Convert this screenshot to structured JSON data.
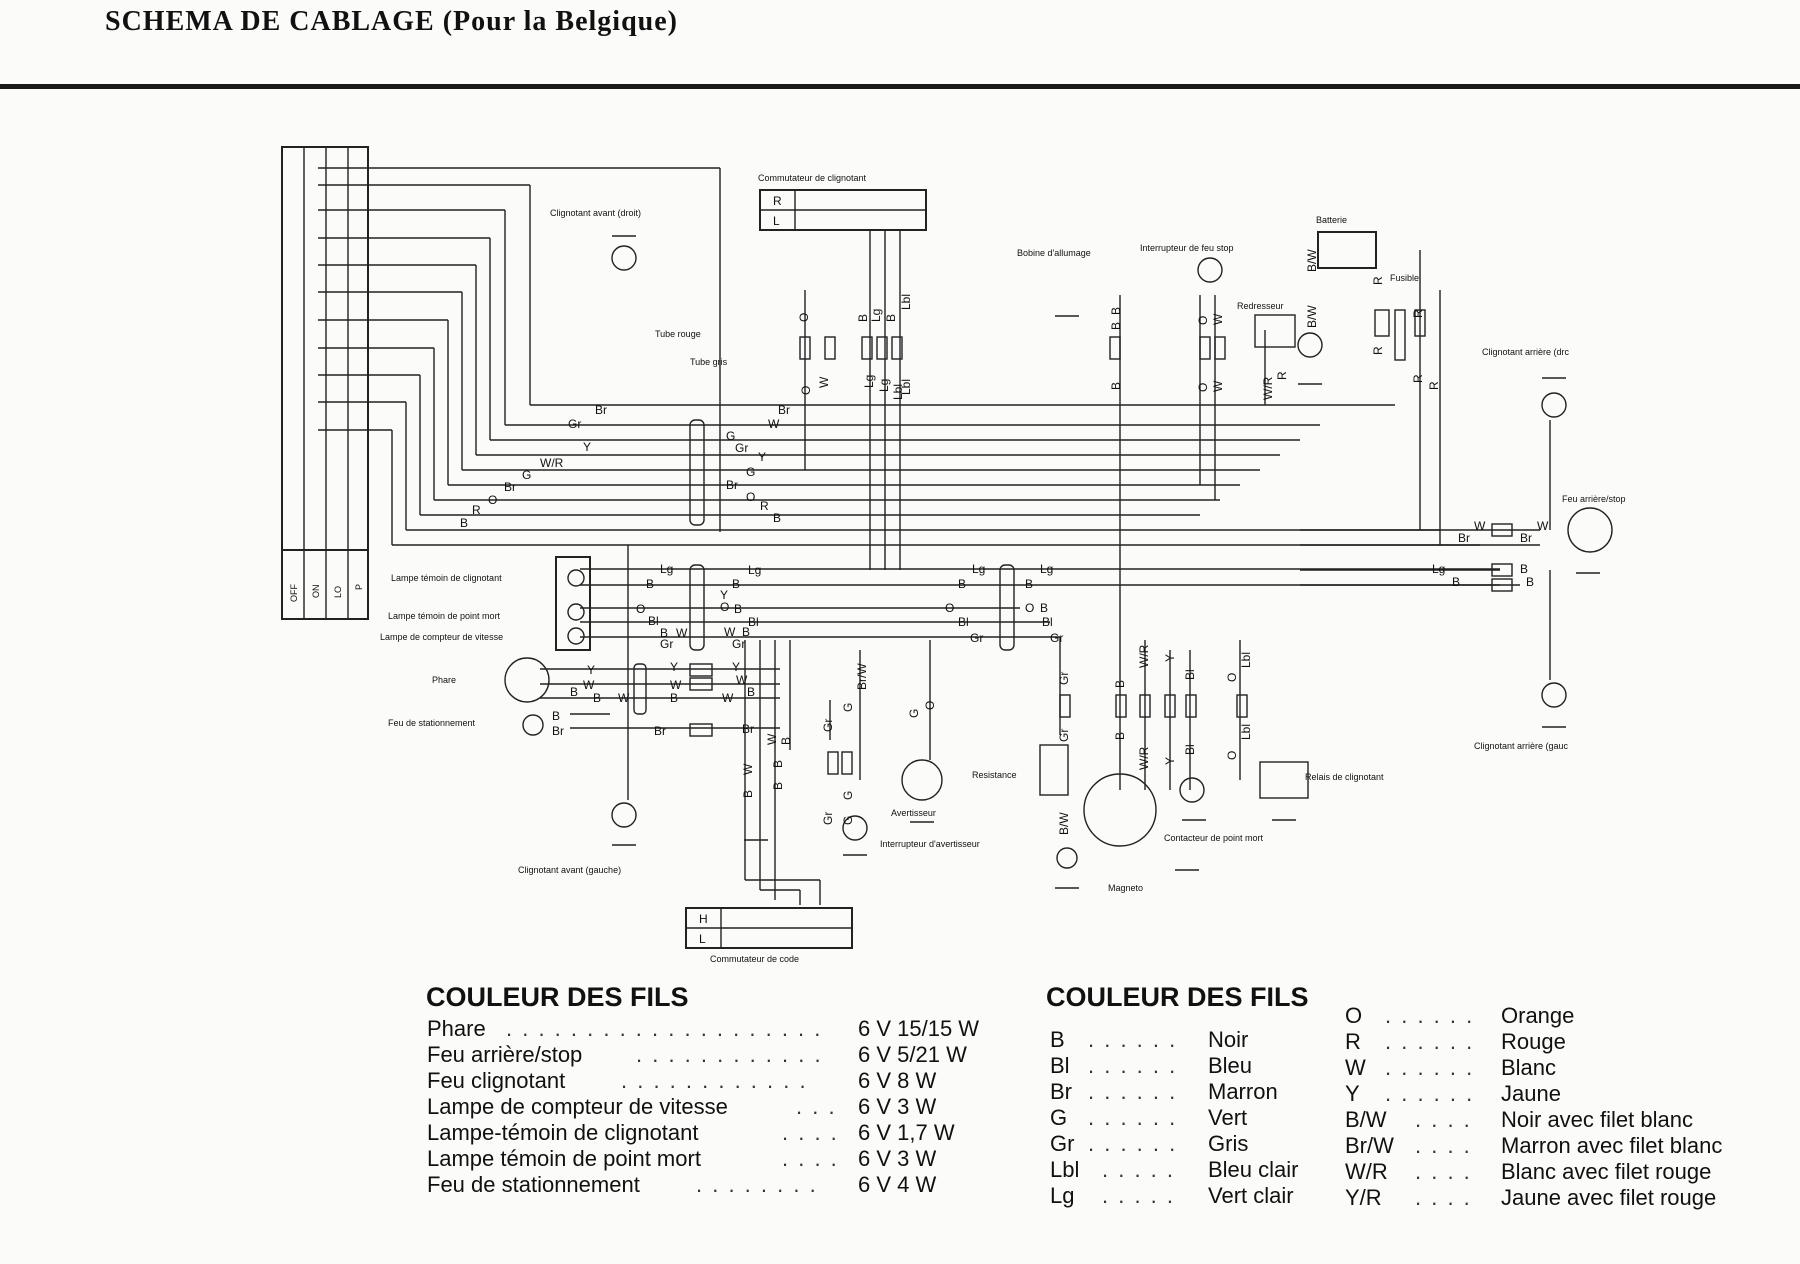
{
  "title": "SCHEMA DE CABLAGE (Pour la Belgique)",
  "ignition_positions": [
    "OFF",
    "ON",
    "LO",
    "P"
  ],
  "components": {
    "clignotant_avant_droit": "Clignotant avant (droit)",
    "commutateur_clignotant": "Commutateur de clignotant",
    "clignotant_switch_positions": [
      "R",
      "L"
    ],
    "bobine": "Bobine d'allumage",
    "interrupteur_stop": "Interrupteur de feu stop",
    "batterie": "Batterie",
    "redresseur": "Redresseur",
    "fusible": "Fusible",
    "clignotant_arriere_droit": "Clignotant arrière (drc",
    "feu_arriere": "Feu arrière/stop",
    "tube_rouge": "Tube rouge",
    "tube_gris": "Tube gris",
    "lampe_clignotant": "Lampe témoin de clignotant",
    "lampe_point_mort": "Lampe témoin de point mort",
    "lampe_compteur": "Lampe de compteur de vitesse",
    "phare": "Phare",
    "feu_stationnement": "Feu de stationnement",
    "clignotant_avant_gauche": "Clignotant avant (gauche)",
    "avertisseur": "Avertisseur",
    "interrupteur_avertisseur": "Interrupteur d'avertisseur",
    "commutateur_code": "Commutateur de code",
    "code_switch_positions": [
      "H",
      "L"
    ],
    "resistance": "Resistance",
    "magneto": "Magneto",
    "contacteur_point_mort": "Contacteur de point mort",
    "relais_clignotant": "Relais de clignotant",
    "clignotant_arriere_gauche": "Clignotant arrière (gauc"
  },
  "wire_labels": {
    "main_left": [
      "Br",
      "Gr",
      "Y",
      "W/R",
      "G",
      "Br",
      "O",
      "R",
      "B"
    ],
    "main_right": [
      "Br",
      "W",
      "G",
      "Gr",
      "Y",
      "G",
      "Br",
      "O",
      "R",
      "B"
    ],
    "lamp_left": [
      "Lg",
      "B",
      "O",
      "Bl",
      "B",
      "W",
      "Gr"
    ],
    "lamp_right": [
      "Lg",
      "B",
      "Y",
      "O",
      "B",
      "Bl",
      "W",
      "B",
      "Gr"
    ],
    "mid": [
      "Lg",
      "B",
      "O",
      "Bl",
      "Gr"
    ],
    "mid_right": [
      "Lg",
      "B",
      "O",
      "B",
      "Bl",
      "Gr"
    ],
    "phare": [
      "Y",
      "W",
      "B",
      "B",
      "W",
      "Y",
      "W",
      "B",
      "W",
      "Y",
      "W",
      "B"
    ],
    "stationnement": [
      "B",
      "Br",
      "Br",
      "Br"
    ],
    "tail": [
      "W",
      "Br",
      "W",
      "Br",
      "Lg",
      "B",
      "B",
      "B"
    ],
    "top_cluster": [
      "O",
      "B",
      "Lg",
      "B",
      "Lbl",
      "Lg",
      "Lbl",
      "W",
      "O",
      "Lg",
      "Lbl"
    ],
    "ignition_coil": [
      "B",
      "B",
      "B"
    ],
    "stop_switch": [
      "O",
      "W",
      "O",
      "W"
    ],
    "rectifier": [
      "W/R",
      "R"
    ],
    "battery": [
      "B/W",
      "B/W",
      "R",
      "R",
      "R",
      "R",
      "R"
    ],
    "lower_mid": [
      "Gr",
      "G",
      "Br/W",
      "G",
      "Gr",
      "G",
      "G",
      "O",
      "B",
      "W",
      "B",
      "B",
      "W",
      "B"
    ],
    "resistance": [
      "Gr",
      "Gr",
      "B/W"
    ],
    "magneto": [
      "B",
      "W/R",
      "Y",
      "Bl",
      "B",
      "W/R",
      "Y",
      "Bl",
      "O",
      "Lbl",
      "O",
      "Lbl"
    ]
  },
  "legend_bulbs": {
    "title": "COULEUR DES FILS",
    "items": [
      {
        "name": "Phare",
        "value": "6 V 15/15 W"
      },
      {
        "name": "Feu arrière/stop",
        "value": "6 V 5/21 W"
      },
      {
        "name": "Feu clignotant",
        "value": "6 V 8 W"
      },
      {
        "name": "Lampe de compteur de vitesse",
        "value": "6 V 3 W"
      },
      {
        "name": "Lampe-témoin de clignotant",
        "value": "6 V 1,7 W"
      },
      {
        "name": "Lampe témoin de point mort",
        "value": "6 V 3 W"
      },
      {
        "name": "Feu de stationnement",
        "value": "6 V 4 W"
      }
    ]
  },
  "legend_colors": {
    "title": "COULEUR DES FILS",
    "left": [
      {
        "code": "B",
        "name": "Noir"
      },
      {
        "code": "Bl",
        "name": "Bleu"
      },
      {
        "code": "Br",
        "name": "Marron"
      },
      {
        "code": "G",
        "name": "Vert"
      },
      {
        "code": "Gr",
        "name": "Gris"
      },
      {
        "code": "Lbl",
        "name": "Bleu clair"
      },
      {
        "code": "Lg",
        "name": "Vert clair"
      }
    ],
    "right": [
      {
        "code": "O",
        "name": "Orange"
      },
      {
        "code": "R",
        "name": "Rouge"
      },
      {
        "code": "W",
        "name": "Blanc"
      },
      {
        "code": "Y",
        "name": "Jaune"
      },
      {
        "code": "B/W",
        "name": "Noir avec filet blanc"
      },
      {
        "code": "Br/W",
        "name": "Marron avec filet blanc"
      },
      {
        "code": "W/R",
        "name": "Blanc avec filet rouge"
      },
      {
        "code": "Y/R",
        "name": "Jaune avec filet rouge"
      }
    ]
  }
}
